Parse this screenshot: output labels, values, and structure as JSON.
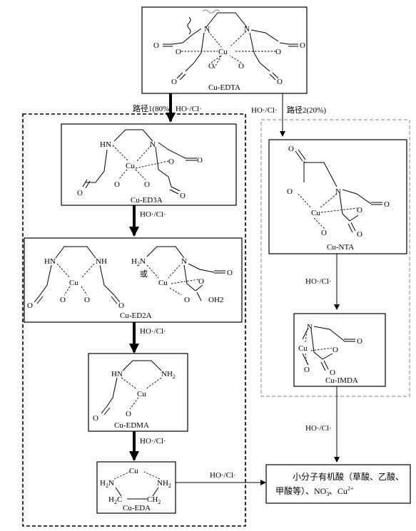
{
  "compounds": {
    "edta": "Cu-EDTA",
    "ed3a": "Cu-ED3A",
    "ed2a": "Cu-ED2A",
    "edma": "Cu-EDMA",
    "eda": "Cu-EDA",
    "nta": "Cu-NTA",
    "imda": "Cu-IMDA"
  },
  "atoms": {
    "cu": "Cu",
    "n": "N",
    "nh": "NH",
    "hn": "HN",
    "nh2": "NH",
    "h2n": "H",
    "h2n_n": "N",
    "h2n_sub": "2",
    "nh2_sub": "2",
    "o": "O",
    "oh2": "OH2",
    "h2c": "H",
    "c": "C",
    "ch2": "CH",
    "sub2": "2"
  },
  "or_label": "或",
  "condition": "HO·/Cl·",
  "pathway1": "路径1(80%)",
  "pathway2": "路径2(20%)",
  "products": {
    "line1": "小分子有机酸（草酸、乙酸、",
    "line2_prefix": "甲酸等）、NO",
    "no3_sub": "3",
    "no3_sup": "−",
    "sep": "、Cu",
    "cu_sup": "2+"
  }
}
